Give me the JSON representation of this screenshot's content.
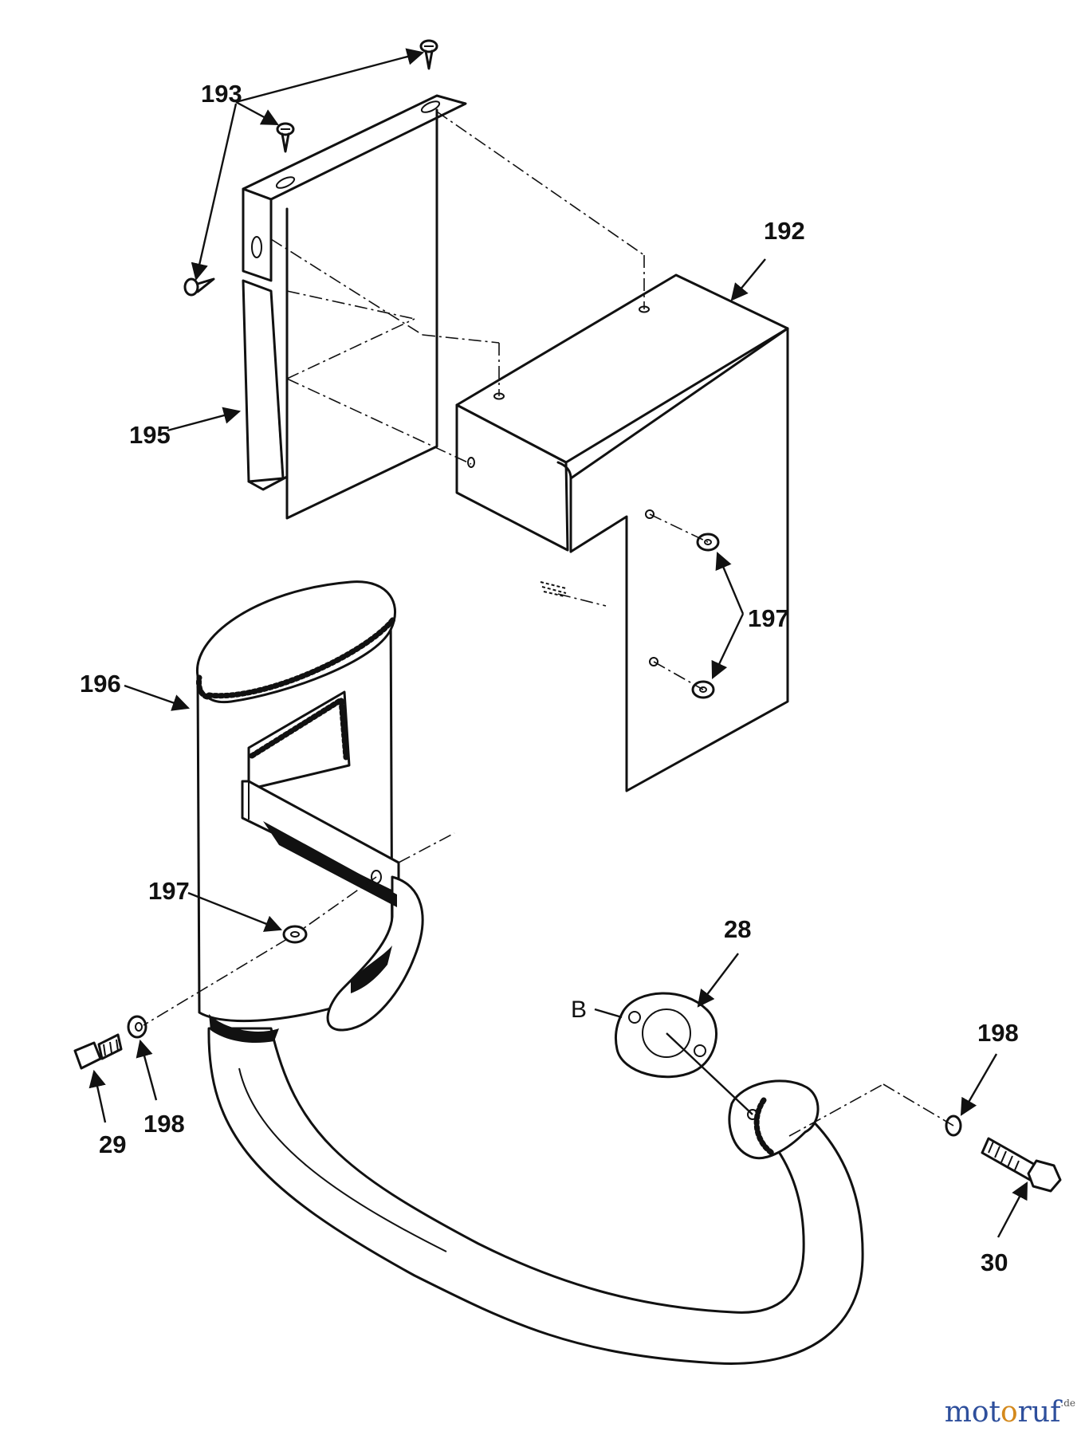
{
  "diagram": {
    "labels": {
      "p192": "192",
      "p193": "193",
      "p195": "195",
      "p196": "196",
      "p197_upper": "197",
      "p197_lower": "197",
      "p198_left": "198",
      "p198_right": "198",
      "p28": "28",
      "p29": "29",
      "p30": "30",
      "ref_b": "B"
    }
  },
  "watermark": {
    "part1": "mot",
    "part2": "o",
    "part3": "ruf",
    "tld": ".de"
  }
}
